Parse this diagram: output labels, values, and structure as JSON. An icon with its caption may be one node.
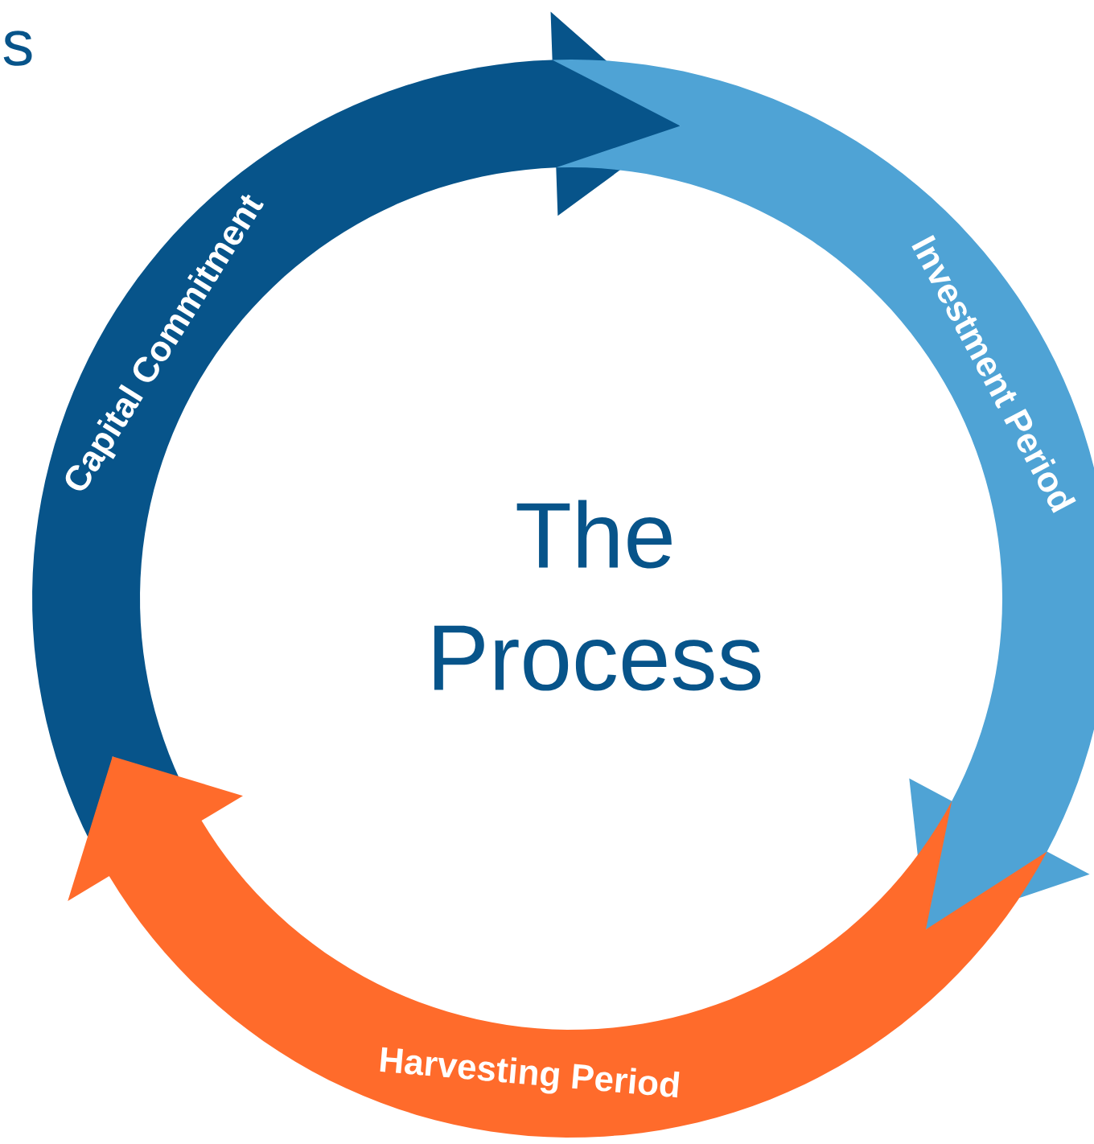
{
  "diagram": {
    "nodes": [
      {
        "text": [
          "Capital Commitment"
        ]
      },
      {
        "text": [
          "Investment Period"
        ]
      },
      {
        "text": [
          "Harvesting Period"
        ]
      },
      {
        "text": [
          "The Process"
        ]
      }
    ],
    "labels": [
      "s"
    ]
  }
}
